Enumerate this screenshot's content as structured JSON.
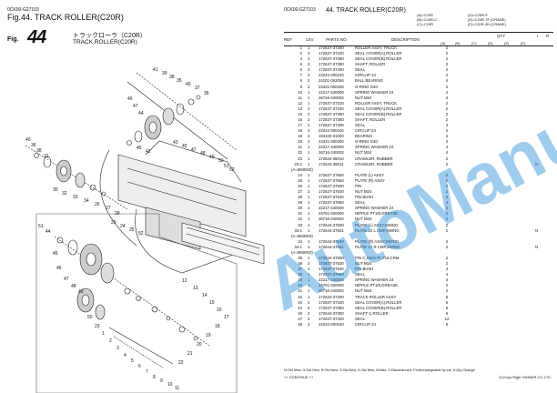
{
  "left": {
    "doc_code": "0CK00-G27103",
    "title": "Fig.44.  TRACK ROLLER(C20R)",
    "fig_label": "Fig.",
    "fig_number": "44",
    "jp_title": "トラックローラ（C20R）",
    "en_title": "TRACK ROLLER(C20R)"
  },
  "right": {
    "doc_code": "0CK00-G27103",
    "title": "44.  TRACK ROLLER(C20R)",
    "models_left": [
      "(A)=C20R",
      "(B)=C20R-C",
      "(C)=C20R"
    ],
    "models_right": [
      "(D)=C20R-F",
      "(E)=C20R-7F (CRANE)",
      "(F)=C20R-3H (CRANE)"
    ],
    "headers": {
      "ref": "REF.",
      "lev": "LEV.",
      "parts": "PARTS NO.",
      "desc": "DESCRIPTION",
      "qty": "QTY",
      "i": "I",
      "r": "R"
    },
    "qty_cols": [
      "(A)",
      "(B)",
      "(C)",
      "(D)",
      "(E)",
      "(F)"
    ],
    "rows": [
      {
        "ref": "1",
        "lev": "1",
        "pn": "172637-37300",
        "desc": "ROLLER ASSY, TRUCK",
        "qty": "2",
        "n": ""
      },
      {
        "ref": "2",
        "lev": "2",
        "pn": "172637-37340",
        "desc": "SEAL COVER(A),ROLLER",
        "qty": "2",
        "n": ""
      },
      {
        "ref": "3",
        "lev": "2",
        "pn": "172637-37350",
        "desc": "SEAL COVER(B),ROLLER",
        "qty": "2",
        "n": ""
      },
      {
        "ref": "5",
        "lev": "2",
        "pn": "172637-37380",
        "desc": "SHAFT, ROLLER",
        "qty": "2",
        "n": ""
      },
      {
        "ref": "6",
        "lev": "2",
        "pn": "172637-37400",
        "desc": "SEAL",
        "qty": "4",
        "n": ""
      },
      {
        "ref": "7",
        "lev": "2",
        "pn": "22242-000240",
        "desc": "CIRCLIP  24",
        "qty": "2",
        "n": ""
      },
      {
        "ref": "8",
        "lev": "2",
        "pn": "24101-062094",
        "desc": "BALL BEARING",
        "qty": "4",
        "n": ""
      },
      {
        "ref": "9",
        "lev": "2",
        "pn": "24321-000300",
        "desc": "O-RING G30",
        "qty": "2",
        "n": ""
      },
      {
        "ref": "10",
        "lev": "1",
        "pn": "22217-240000",
        "desc": "SPRING WASHER 24",
        "qty": "4",
        "n": ""
      },
      {
        "ref": "11",
        "lev": "1",
        "pn": "26716-240002",
        "desc": "NUT M24",
        "qty": "4",
        "n": ""
      },
      {
        "ref": "12",
        "lev": "1",
        "pn": "172637-37310",
        "desc": "ROLLER ASSY, TRUCK",
        "qty": "2",
        "n": ""
      },
      {
        "ref": "13",
        "lev": "2",
        "pn": "172637-37340",
        "desc": "SEAL COVER(A),ROLLER",
        "qty": "2",
        "n": ""
      },
      {
        "ref": "15",
        "lev": "2",
        "pn": "172637-37350",
        "desc": "SEAL COVER(B),ROLLER",
        "qty": "2",
        "n": ""
      },
      {
        "ref": "16",
        "lev": "2",
        "pn": "172637-37380",
        "desc": "SHAFT, ROLLER",
        "qty": "2",
        "n": ""
      },
      {
        "ref": "17",
        "lev": "2",
        "pn": "172637-37400",
        "desc": "SEAL",
        "qty": "4",
        "n": ""
      },
      {
        "ref": "18",
        "lev": "2",
        "pn": "22242-000240",
        "desc": "CIRCLIP  24",
        "qty": "2",
        "n": ""
      },
      {
        "ref": "19",
        "lev": "2",
        "pn": "194100-31000",
        "desc": "BEARING",
        "qty": "4",
        "n": ""
      },
      {
        "ref": "20",
        "lev": "2",
        "pn": "24321-000300",
        "desc": "O-RING G30",
        "qty": "2",
        "n": ""
      },
      {
        "ref": "21",
        "lev": "1",
        "pn": "22217-240000",
        "desc": "SPRING WASHER 24",
        "qty": "4",
        "n": ""
      },
      {
        "ref": "22",
        "lev": "1",
        "pn": "26716-240002",
        "desc": "NUT M24",
        "qty": "4",
        "n": ""
      },
      {
        "ref": "23",
        "lev": "1",
        "pn": "172644-38010",
        "desc": "CRAWLER, RUBBER",
        "qty": "2",
        "n": ""
      },
      {
        "ref": "23-1",
        "lev": "1",
        "pn": "172644-38011",
        "desc": "CRAWLER, RUBBER",
        "qty": "2",
        "n": "N"
      },
      {
        "note": "(A=M60930)"
      },
      {
        "ref": "24",
        "lev": "1",
        "pn": "172637-37500",
        "desc": "PLATE (L) ASSY",
        "qty": "2",
        "n": ""
      },
      {
        "ref": "25",
        "lev": "1",
        "pn": "172637-37560",
        "desc": "PLATE (R) ASSY",
        "qty": "2",
        "n": ""
      },
      {
        "ref": "26",
        "lev": "1",
        "pn": "172637-37600",
        "desc": "PIN",
        "qty": "2",
        "n": ""
      },
      {
        "ref": "27",
        "lev": "2",
        "pn": "172637-37630",
        "desc": "NUT  M24",
        "qty": "2",
        "n": ""
      },
      {
        "ref": "28",
        "lev": "1",
        "pn": "172637-37640",
        "desc": "PIN BUSH",
        "qty": "4",
        "n": ""
      },
      {
        "ref": "29",
        "lev": "1",
        "pn": "172637-37650",
        "desc": "SEAL",
        "qty": "4",
        "n": ""
      },
      {
        "ref": "30",
        "lev": "1",
        "pn": "22217-240000",
        "desc": "SPRING WASHER 24",
        "qty": "4",
        "n": ""
      },
      {
        "ref": "31",
        "lev": "1",
        "pn": "24761-020000",
        "desc": "NIPPLE PT1/8,GREASE",
        "qty": "2",
        "n": ""
      },
      {
        "ref": "32",
        "lev": "1",
        "pn": "26716-240002",
        "desc": "NUT M24",
        "qty": "2",
        "n": ""
      },
      {
        "ref": "33",
        "lev": "1",
        "pn": "172644-37500",
        "desc": "PLATE (L) ASSY,SWING",
        "qty": "2",
        "n": ""
      },
      {
        "ref": "33-1",
        "lev": "1",
        "pn": "172644-37501",
        "desc": "PLATE 12 L CMP,SWING",
        "qty": "2",
        "n": "N"
      },
      {
        "note": "(A=M60003)"
      },
      {
        "ref": "34",
        "lev": "1",
        "pn": "172644-37560",
        "desc": "PLATE (R) ASSY,SWING",
        "qty": "2",
        "n": ""
      },
      {
        "ref": "34-1",
        "lev": "1",
        "pn": "172644-37561",
        "desc": "PLATE 12 R CMP,SWING",
        "qty": "2",
        "n": "N"
      },
      {
        "note": "(A=M60003)"
      },
      {
        "ref": "35",
        "lev": "1",
        "pn": "172644-37600",
        "desc": "PIN C,SWG PL,FULCRM",
        "qty": "2",
        "n": ""
      },
      {
        "ref": "36",
        "lev": "2",
        "pn": "172637-37630",
        "desc": "NUT  M24",
        "qty": "2",
        "n": ""
      },
      {
        "ref": "37",
        "lev": "1",
        "pn": "172637-37640",
        "desc": "PIN BUSH",
        "qty": "4",
        "n": ""
      },
      {
        "ref": "38",
        "lev": "1",
        "pn": "172637-37650",
        "desc": "SEAL",
        "qty": "4",
        "n": ""
      },
      {
        "ref": "39",
        "lev": "1",
        "pn": "22217-240000",
        "desc": "SPRING WASHER 24",
        "qty": "4",
        "n": ""
      },
      {
        "ref": "40",
        "lev": "1",
        "pn": "24761-020000",
        "desc": "NIPPLE PT1/8,GREASE",
        "qty": "2",
        "n": ""
      },
      {
        "ref": "41",
        "lev": "1",
        "pn": "26716-240002",
        "desc": "NUT M24",
        "qty": "2",
        "n": ""
      },
      {
        "ref": "42",
        "lev": "1",
        "pn": "172644-37300",
        "desc": "TRACK ROLLER ASSY",
        "qty": "6",
        "n": ""
      },
      {
        "ref": "43",
        "lev": "2",
        "pn": "172637-37340",
        "desc": "SEAL COVER(A),ROLLER",
        "qty": "6",
        "n": ""
      },
      {
        "ref": "44",
        "lev": "2",
        "pn": "172637-37350",
        "desc": "SEAL COVER(B),ROLLER",
        "qty": "6",
        "n": ""
      },
      {
        "ref": "46",
        "lev": "2",
        "pn": "172644-37380",
        "desc": "SHAFT C,ROLLER",
        "qty": "6",
        "n": ""
      },
      {
        "ref": "47",
        "lev": "2",
        "pn": "172637-37400",
        "desc": "SEAL",
        "qty": "12",
        "n": ""
      },
      {
        "ref": "48",
        "lev": "2",
        "pn": "22242-000240",
        "desc": "CIRCLIP  24",
        "qty": "6",
        "n": ""
      }
    ],
    "footer_legend": "N:Old  New, O:Old  New, R:Old  New, S:Old  New, X:Old  New, W:Add, Z:Discontinued, F:Interchangeable by set, K:Qty Change",
    "continue": "++ CONTINUE ++",
    "copyright": "(C)Copy Right YANMAR CO.,LTD."
  },
  "callouts": [
    "41",
    "39",
    "38",
    "35",
    "40",
    "37",
    "36",
    "46",
    "47",
    "44",
    "45",
    "42",
    "43",
    "45",
    "47",
    "48",
    "49",
    "50",
    "51",
    "52",
    "40",
    "36",
    "38",
    "31",
    "30",
    "32",
    "33",
    "34",
    "26",
    "27",
    "28",
    "29",
    "24",
    "25",
    "52",
    "51",
    "44",
    "45",
    "46",
    "47",
    "48",
    "49",
    "50",
    "23",
    "1",
    "2",
    "3",
    "4",
    "5",
    "6",
    "7",
    "8",
    "9",
    "10",
    "11",
    "12",
    "13",
    "14",
    "15",
    "16",
    "17",
    "18",
    "19",
    "20",
    "21",
    "22"
  ],
  "watermark": "AutoManual"
}
